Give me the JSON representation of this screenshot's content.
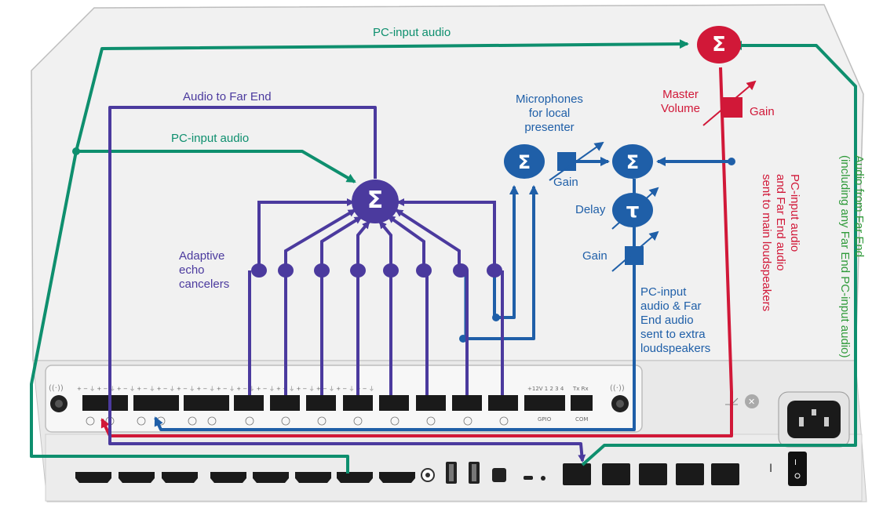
{
  "labels": {
    "pc_input_top": "PC-input audio",
    "audio_to_far_end": "Audio to Far End",
    "pc_input_mid": "PC-input audio",
    "microphones": [
      "Microphones",
      "for local",
      "presenter"
    ],
    "master_volume": [
      "Master",
      "Volume"
    ],
    "gain_master": "Gain",
    "gain_mic": "Gain",
    "delay": "Delay",
    "gain_extra": "Gain",
    "adaptive_echo": [
      "Adaptive",
      "echo",
      "cancelers"
    ],
    "pc_input_extra": [
      "PC-input",
      "audio & Far",
      "End audio",
      "sent to extra",
      "loudspeakers"
    ],
    "pc_input_main_vertical": [
      "PC-input audio",
      "and Far End audio",
      "sent to main loudspeakers"
    ],
    "audio_from_far_end_vertical": [
      "Audio from Far End",
      "(including any Far End PC-input audio)"
    ]
  },
  "symbols": {
    "sum": "Σ",
    "tau": "τ"
  },
  "panel": {
    "gpio": "GPIO",
    "com": "COM",
    "gpio_pins": "+12V  1  2  3  4",
    "com_pins": "Tx  Rx"
  },
  "colors": {
    "teal": "#0e8f6e",
    "purple": "#4b3a9e",
    "blue": "#1f5fa8",
    "red": "#d11838",
    "green": "#2f9a3a",
    "device": "#ececec"
  }
}
